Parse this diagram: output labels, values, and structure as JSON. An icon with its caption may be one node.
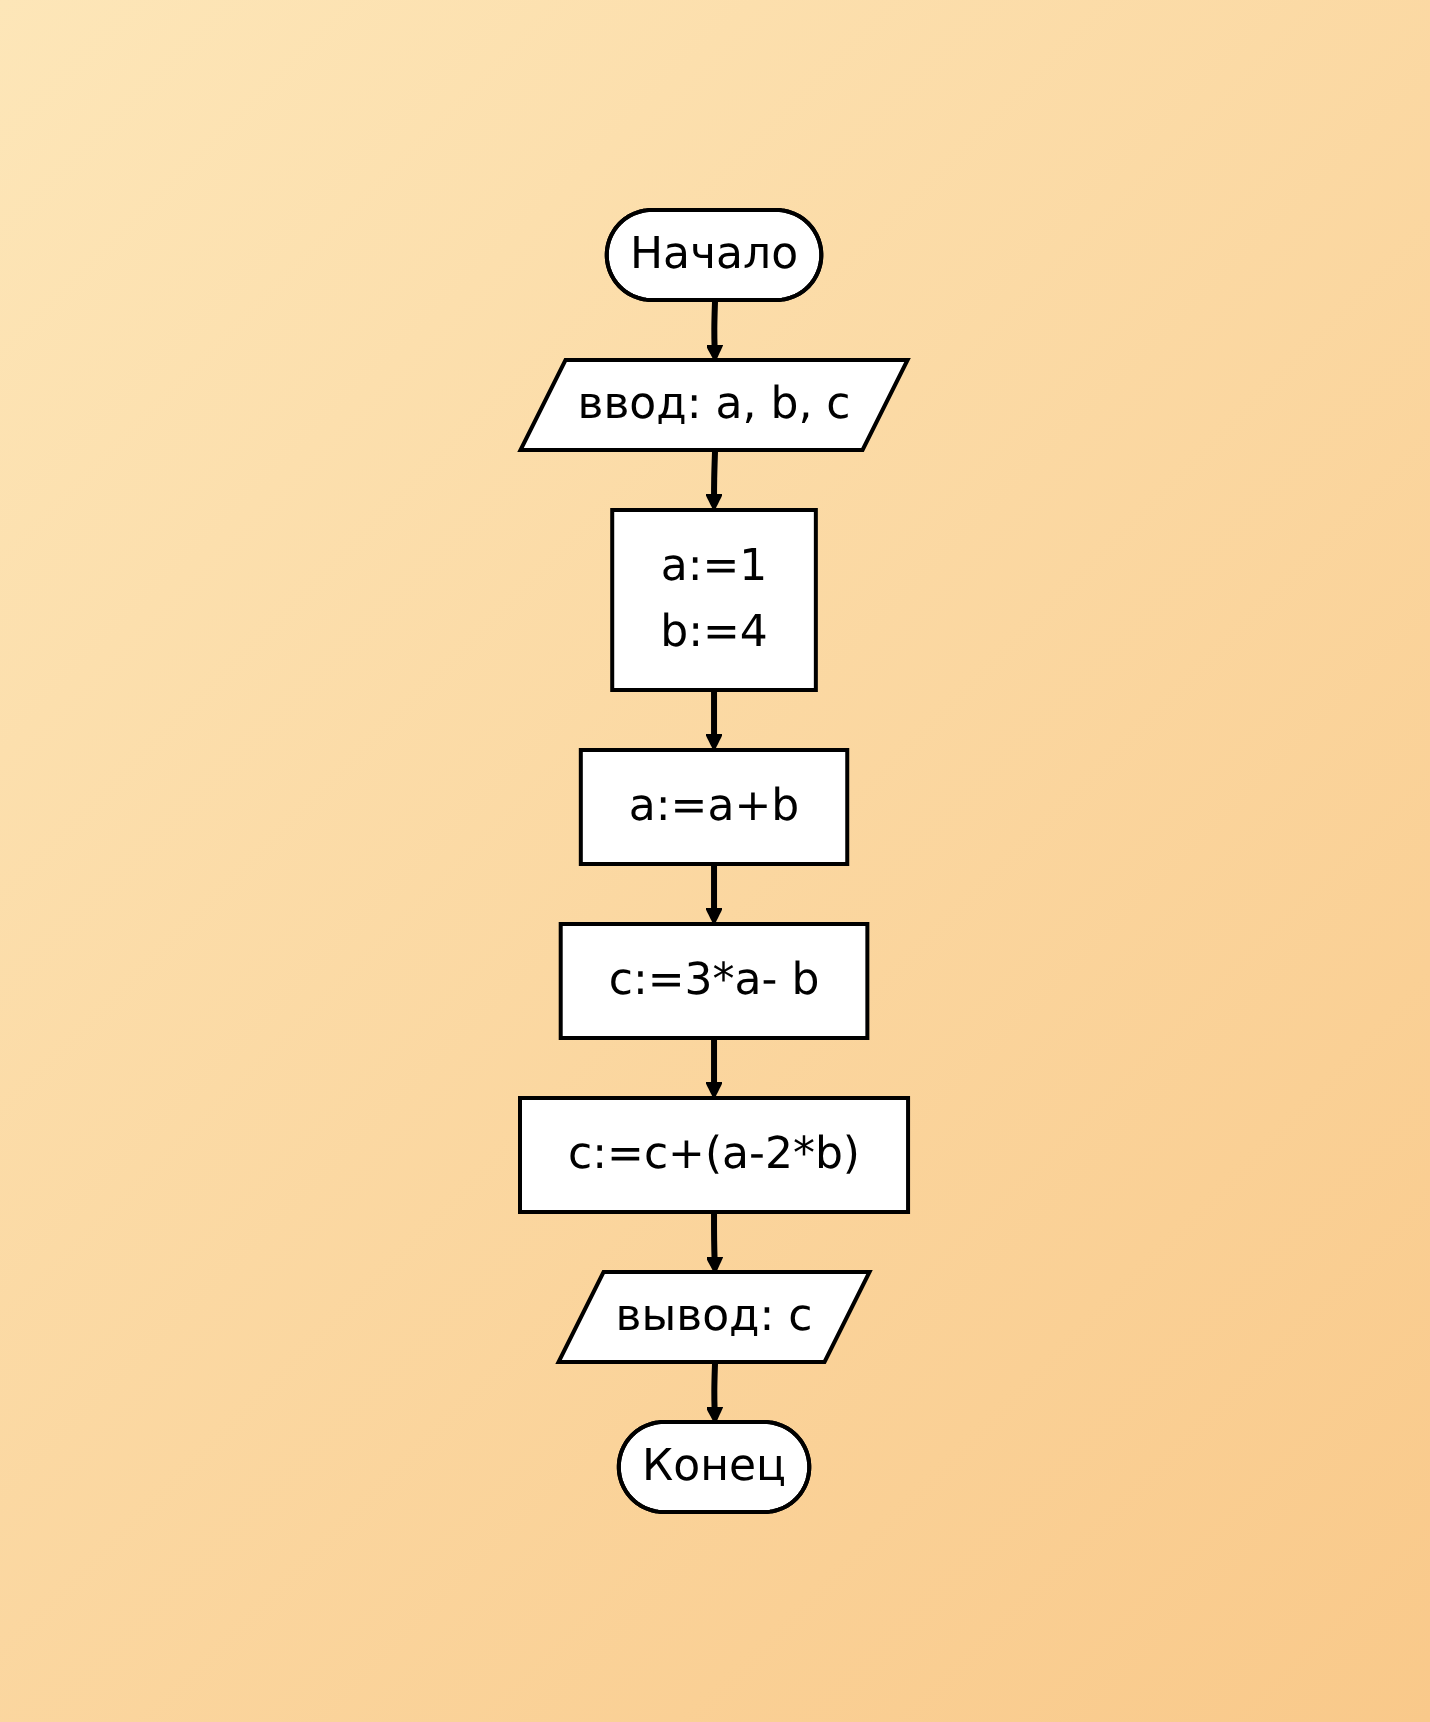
{
  "diagram": {
    "nodes": [
      {
        "text": [
          "Начало"
        ]
      },
      {
        "text": [
          "ввод: a, b, c"
        ]
      },
      {
        "text": [
          "a:=1",
          "b:=4"
        ]
      },
      {
        "text": [
          "a:=a+b"
        ]
      },
      {
        "text": [
          "c:=3*a- b"
        ]
      },
      {
        "text": [
          "c:=c+(a-2*b)"
        ]
      },
      {
        "text": [
          "вывод: c"
        ]
      },
      {
        "text": [
          "Конец"
        ]
      }
    ],
    "edges": [
      {
        "from": 0,
        "to": 1,
        "arrow": "to"
      },
      {
        "from": 1,
        "to": 2,
        "arrow": "to"
      },
      {
        "from": 2,
        "to": 3,
        "arrow": "to"
      },
      {
        "from": 3,
        "to": 4,
        "arrow": "to"
      },
      {
        "from": 4,
        "to": 5,
        "arrow": "to"
      },
      {
        "from": 5,
        "to": 6,
        "arrow": "to"
      },
      {
        "from": 6,
        "to": 7,
        "arrow": "to"
      }
    ]
  }
}
